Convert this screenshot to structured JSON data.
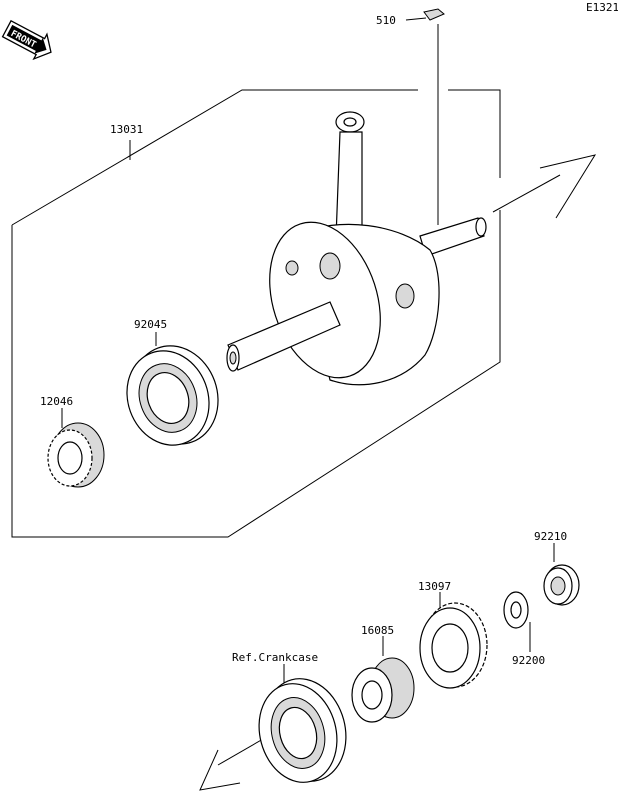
{
  "diagram_code": "E1321",
  "front_label": "FRONT",
  "parts": {
    "key": "510",
    "crankshaft_assy": "13031",
    "bearing_left": "92045",
    "gear_12046": "12046",
    "washer_92210": "92210",
    "washer_92200": "92200",
    "gear_13097": "13097",
    "collar_16085": "16085",
    "ref_crankcase": "Ref.Crankcase"
  }
}
